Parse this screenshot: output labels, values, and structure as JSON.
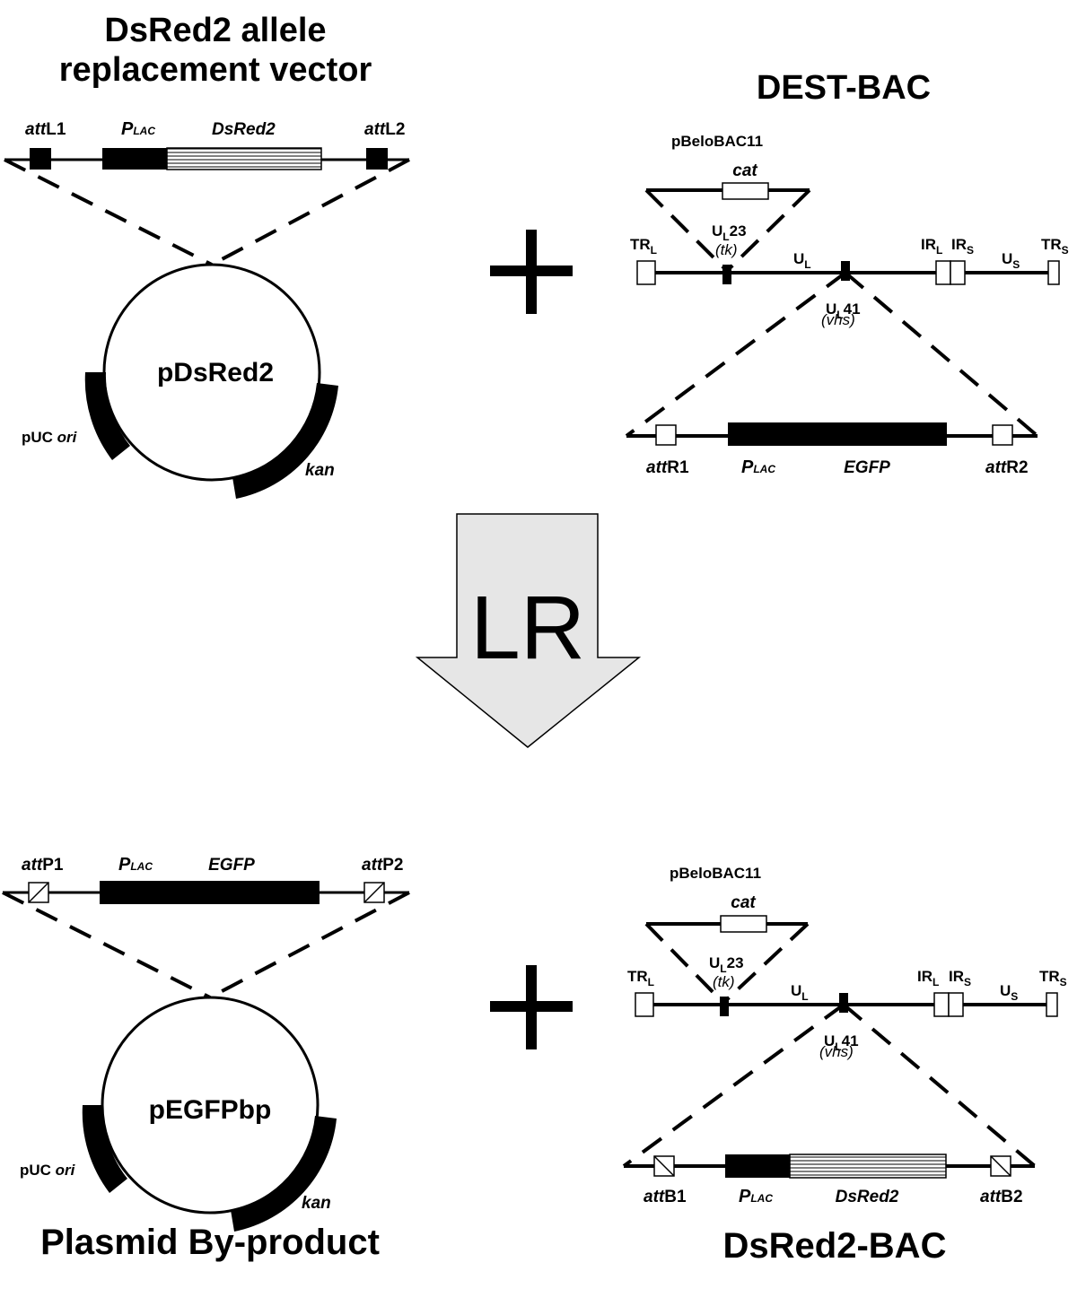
{
  "titles": {
    "top_left_line1": "DsRed2 allele",
    "top_left_line2": "replacement vector",
    "top_right": "DEST-BAC",
    "bottom_left": "Plasmid By-product",
    "bottom_right": "DsRed2-BAC"
  },
  "arrow": {
    "label": "LR",
    "fill": "#e6e6e6"
  },
  "top_left": {
    "left_site_prefix": "att",
    "left_site_suffix": "L1",
    "promoter_main": "P",
    "promoter_sub": "LAC",
    "gene": "DsRed2",
    "right_site_prefix": "att",
    "right_site_suffix": "L2",
    "plasmid": "pDsRed2",
    "ori_prefix": "pUC ",
    "ori_suffix": "ori",
    "resistance": "kan"
  },
  "top_right": {
    "backbone": "pBeloBAC11",
    "marker": "cat",
    "tr_left_main": "TR",
    "tr_left_sub": "L",
    "ul23_main": "U",
    "ul23_sub": "L",
    "ul23_num": "23",
    "tk": "(tk)",
    "ul_main": "U",
    "ul_sub": "L",
    "irl_main": "IR",
    "irl_sub": "L",
    "irs_main": "IR",
    "irs_sub": "S",
    "us_main": "U",
    "us_sub": "S",
    "trs_main": "TR",
    "trs_sub": "S",
    "ul41_main": "U",
    "ul41_sub": "L",
    "ul41_num": "41",
    "vhs": "(vhs)",
    "left_site_prefix": "att",
    "left_site_suffix": "R1",
    "promoter_main": "P",
    "promoter_sub": "LAC",
    "gene": "EGFP",
    "right_site_prefix": "att",
    "right_site_suffix": "R2"
  },
  "bottom_left": {
    "left_site_prefix": "att",
    "left_site_suffix": "P1",
    "promoter_main": "P",
    "promoter_sub": "LAC",
    "gene": "EGFP",
    "right_site_prefix": "att",
    "right_site_suffix": "P2",
    "plasmid": "pEGFPbp",
    "ori_prefix": "pUC ",
    "ori_suffix": "ori",
    "resistance": "kan"
  },
  "bottom_right": {
    "backbone": "pBeloBAC11",
    "marker": "cat",
    "tr_left_main": "TR",
    "tr_left_sub": "L",
    "ul23_main": "U",
    "ul23_sub": "L",
    "ul23_num": "23",
    "tk": "(tk)",
    "ul_main": "U",
    "ul_sub": "L",
    "irl_main": "IR",
    "irl_sub": "L",
    "irs_main": "IR",
    "irs_sub": "S",
    "us_main": "U",
    "us_sub": "S",
    "trs_main": "TR",
    "trs_sub": "S",
    "ul41_main": "U",
    "ul41_sub": "L",
    "ul41_num": "41",
    "vhs": "(vhs)",
    "left_site_prefix": "att",
    "left_site_suffix": "B1",
    "promoter_main": "P",
    "promoter_sub": "LAC",
    "gene": "DsRed2",
    "right_site_prefix": "att",
    "right_site_suffix": "B2"
  }
}
